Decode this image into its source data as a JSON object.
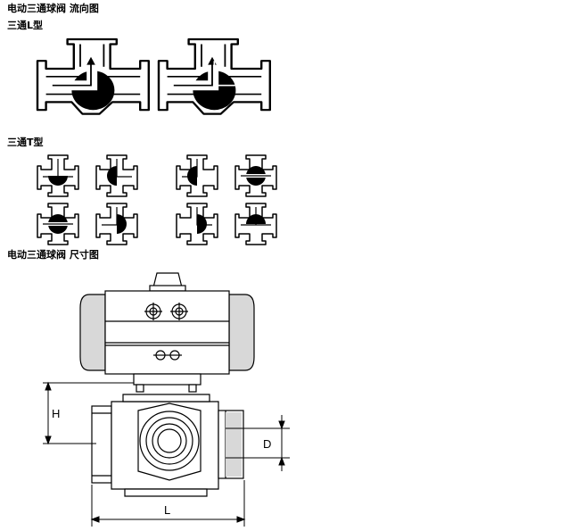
{
  "headings": {
    "flow_title": "电动三通球阀 流向图",
    "l_type": "三通L型",
    "t_type": "三通T型",
    "dimension_title": "电动三通球阀 尺寸图"
  },
  "dimension_labels": {
    "h": "H",
    "d": "D",
    "l": "L"
  },
  "colors": {
    "line": "#000000",
    "fill": "#ffffff",
    "ball": "#000000",
    "shade": "#d8d8d8"
  }
}
